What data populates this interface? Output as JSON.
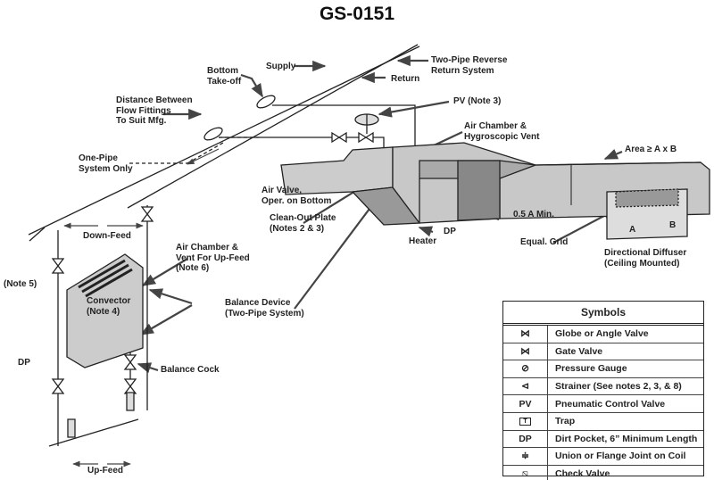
{
  "title": "GS-0151",
  "labels": {
    "supply": "Supply",
    "two_pipe": [
      "Two-Pipe Reverse",
      "Return System"
    ],
    "return": "Return",
    "bottom_takeoff": [
      "Bottom",
      "Take-off"
    ],
    "distance": [
      "Distance Between",
      "Flow Fittings",
      "To Suit Mfg."
    ],
    "pv_note": "PV (Note 3)",
    "air_chamber_hygro": [
      "Air Chamber &",
      "Hygroscopic Vent"
    ],
    "area": "Area ≥ A x B",
    "one_pipe": [
      "One-Pipe",
      "System Only"
    ],
    "air_valve": [
      "Air Valve,",
      "Oper. on Bottom"
    ],
    "clean_out": [
      "Clean-Out Plate",
      "(Notes 2 & 3)"
    ],
    "half_a_min": "0.5 A Min.",
    "dp_heater": "DP",
    "heater": "Heater",
    "equal_grid": "Equal. Grid",
    "dim_a": "A",
    "dim_b": "B",
    "diffuser": [
      "Directional Diffuser",
      "(Ceiling Mounted)"
    ],
    "down_feed": "Down-Feed",
    "air_chamber_upfeed": [
      "Air Chamber &",
      "Vent For Up-Feed",
      "(Note 6)"
    ],
    "note5": "(Note 5)",
    "convector": [
      "Convector",
      "(Note 4)"
    ],
    "balance_device": [
      "Balance Device",
      "(Two-Pipe System)"
    ],
    "dp_left": "DP",
    "balance_cock": "Balance Cock",
    "up_feed": "Up-Feed"
  },
  "legend": {
    "title": "Symbols",
    "rows": [
      {
        "symbol": "globe-valve-icon",
        "label": "Globe or Angle Valve"
      },
      {
        "symbol": "gate-valve-icon",
        "label": "Gate Valve"
      },
      {
        "symbol": "pressure-gauge-icon",
        "label": "Pressure Gauge"
      },
      {
        "symbol": "strainer-icon",
        "label": "Strainer (See notes 2, 3, & 8)"
      },
      {
        "symbol_text": "PV",
        "label": "Pneumatic Control Valve"
      },
      {
        "symbol": "trap-icon",
        "symbol_text": "T",
        "label": "Trap"
      },
      {
        "symbol_text": "DP",
        "label": "Dirt Pocket, 6” Minimum Length"
      },
      {
        "symbol": "union-icon",
        "label": "Union or Flange Joint on Coil"
      },
      {
        "symbol": "check-valve-icon",
        "label": "Check Valve"
      }
    ]
  }
}
